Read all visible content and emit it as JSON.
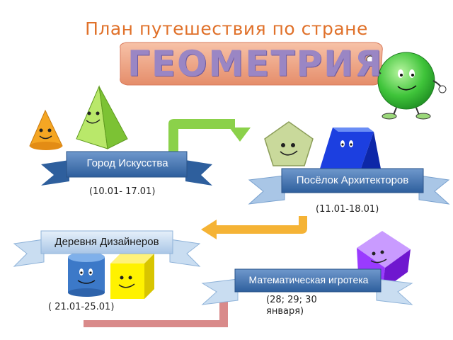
{
  "header": {
    "title": "План путешествия по стране",
    "country_name": "ГЕОМЕТРИЯ"
  },
  "stops": [
    {
      "name": "Город  Искусства",
      "dates": "(10.01- 17.01)"
    },
    {
      "name": "Посёлок  Архитекторов",
      "dates": "(11.01-18.01)"
    },
    {
      "name": "Деревня  Дизайнеров",
      "dates": "( 21.01-25.01)"
    },
    {
      "name": "Математическая игротека",
      "dates_line1": "(28; 29; 30",
      "dates_line2": "января)"
    }
  ],
  "colors": {
    "title": "#e0712a",
    "banner_dark": "#3f6fa8",
    "banner_light": "#c9ddf1",
    "arrow_green": "#8bd14a",
    "arrow_orange": "#f5b335",
    "arrow_pink": "#d98a8a",
    "plate": "#f0a98a",
    "word": "#a08cc7"
  }
}
